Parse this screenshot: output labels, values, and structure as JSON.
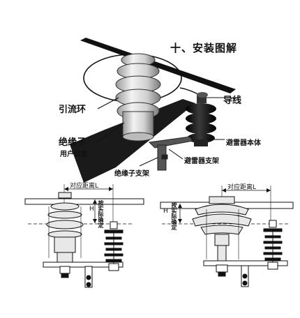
{
  "title": "十、安装图解",
  "labels": {
    "drainage_ring": "引流环",
    "wire": "导线",
    "insulator": "绝缘子",
    "user_supplied": "用户自备",
    "arrester_body": "避雷器本体",
    "arrester_bracket": "避雷器支架",
    "insulator_bracket": "绝缘子支架"
  },
  "detail_left": {
    "distance_label": "对应距离L",
    "h_label": "H",
    "vertical_note": "按实际确定"
  },
  "detail_right": {
    "distance_label": "对应距离L",
    "h_label": "H",
    "vertical_note": "按实际确定"
  },
  "colors": {
    "line": "#111111",
    "porcelain": "#dcdcdc",
    "arrester": "#1c1c1c",
    "bracket": "#444444"
  }
}
